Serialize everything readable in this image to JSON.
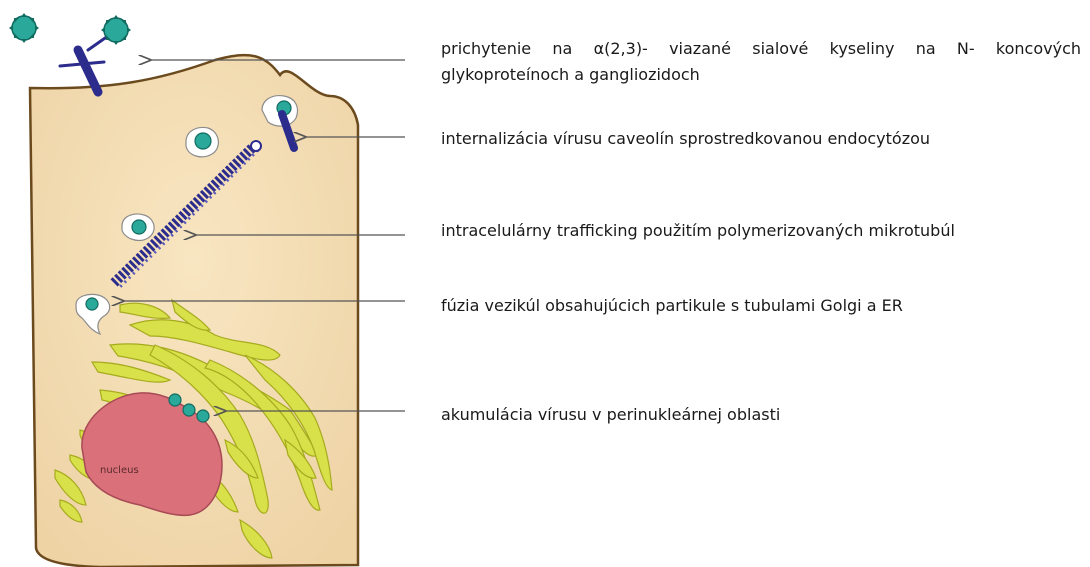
{
  "labels": [
    "prichytenie na α(2,3)- viazané sialové kyseliny na N- koncových glykoproteínoch a gangliozidoch",
    "internalizácia vírusu caveolín sprostredkovanou endocytózou",
    "intracelulárny trafficking použitím polymerizovaných mikrotubúl",
    "fúzia vezikúl obsahujúcich partikule s tubulami Golgi a ER",
    "akumulácia vírusu v perinukleárnej oblasti"
  ],
  "nucleus_label": "nucleus",
  "colors": {
    "cell": "#f5deb3",
    "cell_outline": "#6b4a1e",
    "virus": "#2aa89a",
    "receptor": "#2c2c8c",
    "golgi": "#d8e04a",
    "nucleus": "#d9707a",
    "arrow": "#555555"
  }
}
